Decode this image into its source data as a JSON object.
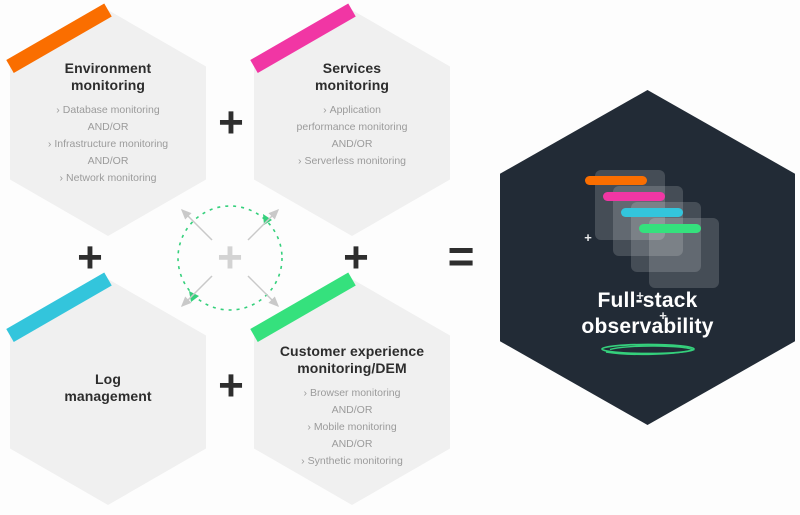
{
  "glyphs": {
    "plus": "+",
    "equals": "=",
    "chevron": "›"
  },
  "colors": {
    "background": "#fdfdfd",
    "hexagon_fill": "#f0f0f0",
    "result_fill": "#222b36",
    "title_text": "#2d2d2d",
    "list_text": "#9b9b9b",
    "operator_text": "#2e2e2e",
    "hub_circle": "#35d07c",
    "hub_arrow": "#c9c9c9",
    "hub_plus": "#d3d3d3",
    "scribble": "#35d07c",
    "result_text": "#ffffff"
  },
  "sections": [
    {
      "id": "environment-monitoring",
      "title": "Environment\nmonitoring",
      "accent": "#fa6e00",
      "rows": [
        {
          "chevron": true,
          "text": "Database monitoring"
        },
        {
          "chevron": false,
          "text": "AND/OR"
        },
        {
          "chevron": true,
          "text": "Infrastructure monitoring"
        },
        {
          "chevron": false,
          "text": "AND/OR"
        },
        {
          "chevron": true,
          "text": "Network monitoring"
        }
      ]
    },
    {
      "id": "services-monitoring",
      "title": "Services\nmonitoring",
      "accent": "#f136a4",
      "rows": [
        {
          "chevron": true,
          "text": "Application"
        },
        {
          "chevron": false,
          "text": "performance monitoring"
        },
        {
          "chevron": false,
          "text": "AND/OR"
        },
        {
          "chevron": true,
          "text": "Serverless monitoring"
        }
      ]
    },
    {
      "id": "log-management",
      "title": "Log\nmanagement",
      "accent": "#33c5dc",
      "rows": []
    },
    {
      "id": "customer-experience-monitoring",
      "title": "Customer experience\nmonitoring/DEM",
      "accent": "#35e17d",
      "rows": [
        {
          "chevron": true,
          "text": "Browser monitoring"
        },
        {
          "chevron": false,
          "text": "AND/OR"
        },
        {
          "chevron": true,
          "text": "Mobile monitoring"
        },
        {
          "chevron": false,
          "text": "AND/OR"
        },
        {
          "chevron": true,
          "text": "Synthetic monitoring"
        }
      ]
    }
  ],
  "result": {
    "title": "Full-stack\nobservability"
  }
}
